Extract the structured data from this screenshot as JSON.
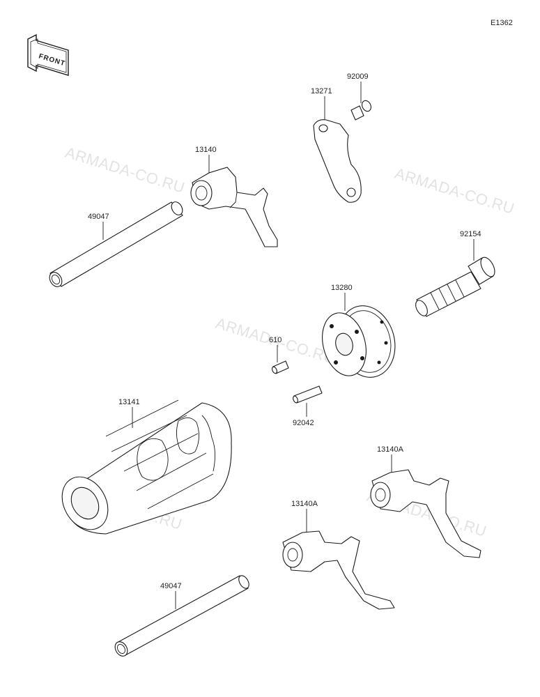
{
  "diagram_code": "E1362",
  "front_label": "FRONT",
  "watermark_text": "ARMADA-CO.RU",
  "parts": {
    "shaft_upper": "49047",
    "fork_upper": "13140",
    "plate": "13271",
    "screw": "92009",
    "bolt": "92154",
    "positioner": "13280",
    "pin_small": "610",
    "pin_long": "92042",
    "drum": "13141",
    "fork_right": "13140A",
    "fork_lower": "13140A",
    "shaft_lower": "49047"
  },
  "colors": {
    "line": "#1a1a1a",
    "watermark": "#e3e3e3",
    "background": "#ffffff"
  }
}
